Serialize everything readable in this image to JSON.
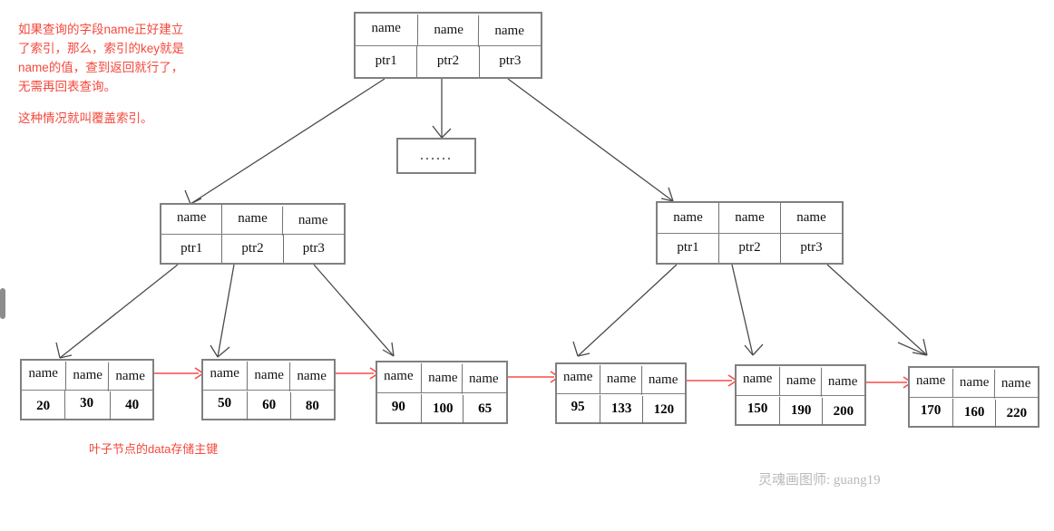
{
  "diagram": {
    "title_note": "如果查询的字段name正好建立\n了索引，那么，索引的key就是\nname的值，查到返回就行了，\n无需再回表查询。",
    "second_note": "这种情况就叫覆盖索引。",
    "leaf_caption": "叶子节点的data存储主键",
    "watermark": "灵魂画图师: guang19",
    "colors": {
      "annotation_red": "#f4483c",
      "leaf_link_red": "#fb4a4a",
      "box_border_gray": "#808080",
      "edge_gray": "#4a4a4a",
      "watermark_gray": "#b9b9b9"
    },
    "root": {
      "keys": [
        "name",
        "name",
        "name"
      ],
      "pointers": [
        "ptr1",
        "ptr2",
        "ptr3"
      ]
    },
    "ellipsis_box": {
      "label": "......"
    },
    "internal_nodes": [
      {
        "keys": [
          "name",
          "name",
          "name"
        ],
        "pointers": [
          "ptr1",
          "ptr2",
          "ptr3"
        ]
      },
      {
        "keys": [
          "name",
          "name",
          "name"
        ],
        "pointers": [
          "ptr1",
          "ptr2",
          "ptr3"
        ]
      }
    ],
    "leaf_nodes": [
      {
        "keys": [
          "name",
          "name",
          "name"
        ],
        "data": [
          "20",
          "30",
          "40"
        ]
      },
      {
        "keys": [
          "name",
          "name",
          "name"
        ],
        "data": [
          "50",
          "60",
          "80"
        ]
      },
      {
        "keys": [
          "name",
          "name",
          "name"
        ],
        "data": [
          "90",
          "100",
          "65"
        ]
      },
      {
        "keys": [
          "name",
          "name",
          "name"
        ],
        "data": [
          "95",
          "133",
          "120"
        ]
      },
      {
        "keys": [
          "name",
          "name",
          "name"
        ],
        "data": [
          "150",
          "190",
          "200"
        ]
      },
      {
        "keys": [
          "name",
          "name",
          "name"
        ],
        "data": [
          "170",
          "160",
          "220"
        ]
      }
    ]
  }
}
